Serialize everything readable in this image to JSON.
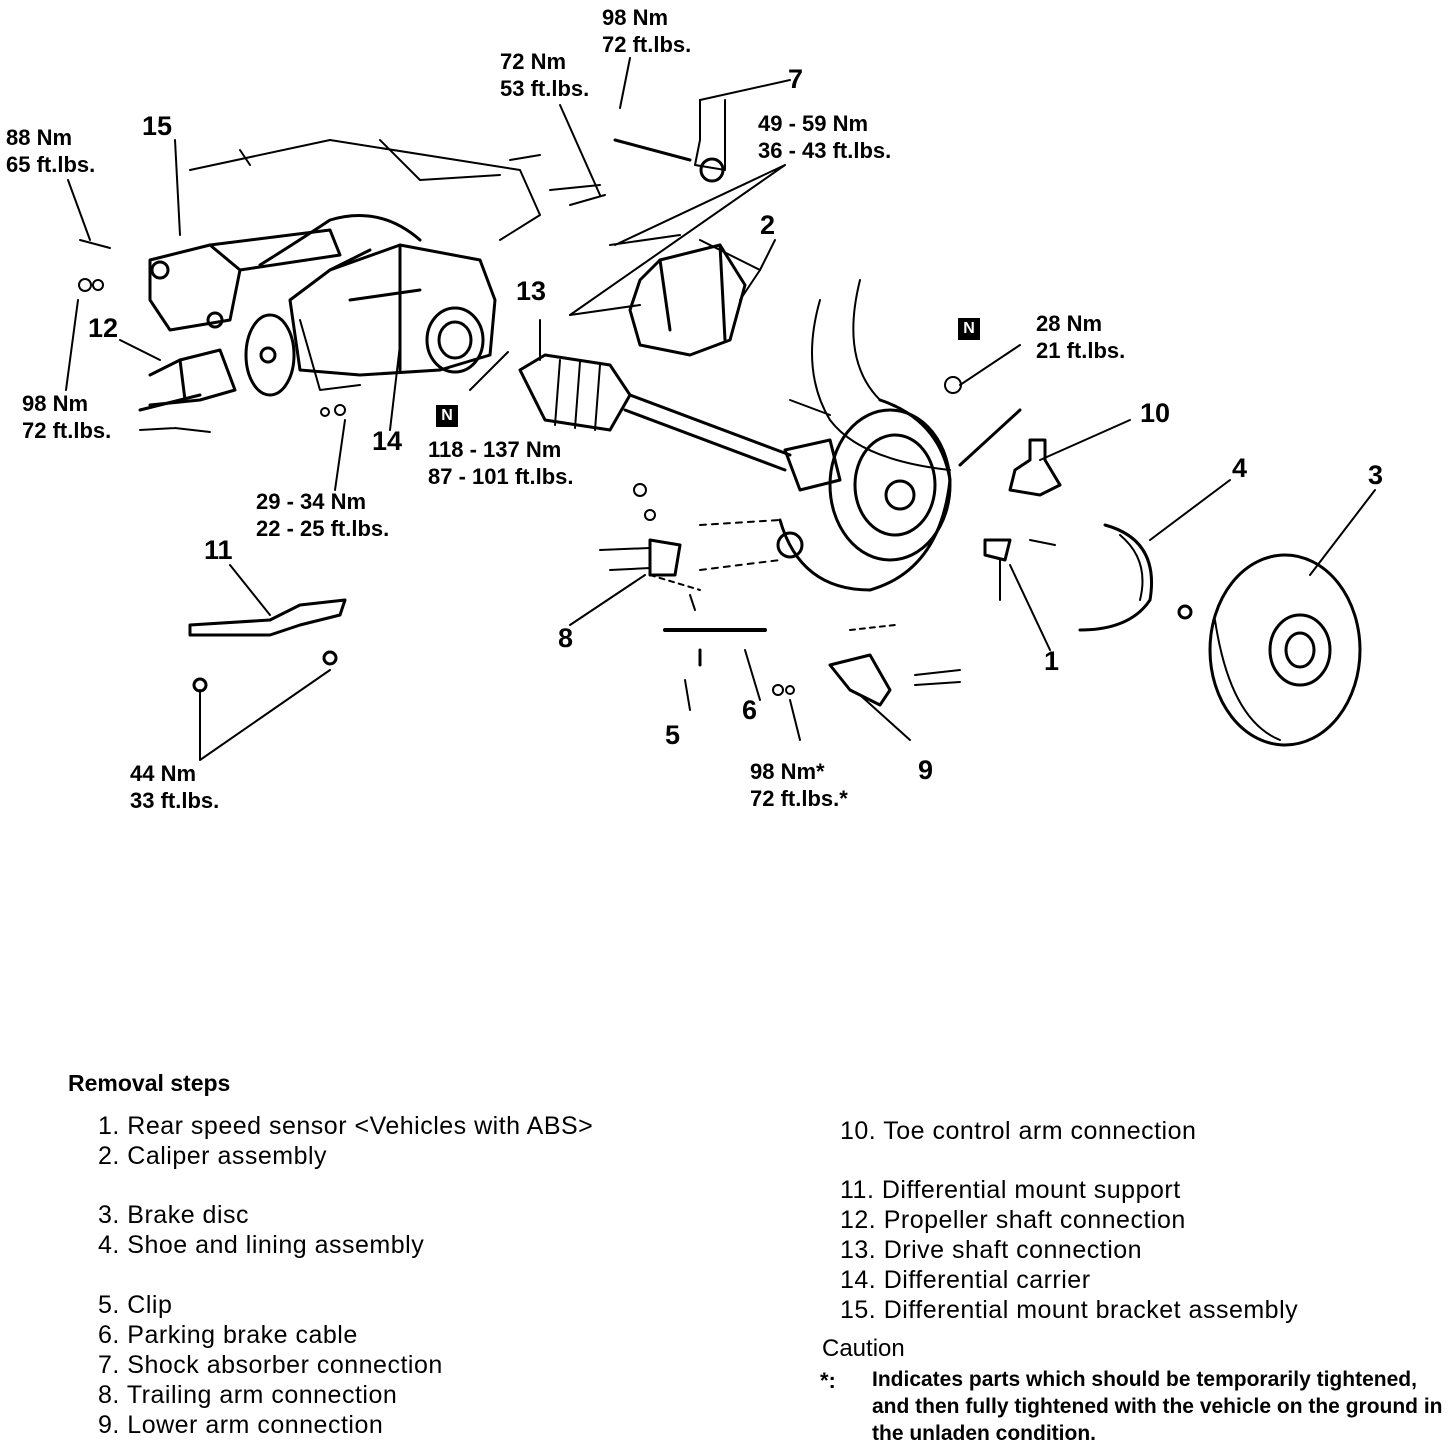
{
  "torque_labels": {
    "t98_top": [
      "98 Nm",
      "72 ft.lbs."
    ],
    "t72_top": [
      "72 Nm",
      "53 ft.lbs."
    ],
    "t88": [
      "88 Nm",
      "65 ft.lbs."
    ],
    "t49": [
      "49 - 59 Nm",
      "36 - 43 ft.lbs."
    ],
    "t28": [
      "28 Nm",
      "21 ft.lbs."
    ],
    "t98_left": [
      "98 Nm",
      "72 ft.lbs."
    ],
    "t118": [
      "118 - 137 Nm",
      "87 - 101 ft.lbs."
    ],
    "t29": [
      "29 - 34 Nm",
      "22 - 25 ft.lbs."
    ],
    "t44": [
      "44 Nm",
      "33 ft.lbs."
    ],
    "t98_star": [
      "98 Nm*",
      "72 ft.lbs.*"
    ]
  },
  "callouts": [
    "1",
    "2",
    "3",
    "4",
    "5",
    "6",
    "7",
    "8",
    "9",
    "10",
    "11",
    "12",
    "13",
    "14",
    "15"
  ],
  "badge_letter": "N",
  "removal": {
    "title": "Removal steps",
    "steps": [
      "1. Rear speed sensor <Vehicles with ABS>",
      "2. Caliper assembly",
      "3. Brake disc",
      "4. Shoe and lining assembly",
      "5. Clip",
      "6. Parking brake cable",
      "7. Shock absorber connection",
      "8. Trailing arm connection",
      "9. Lower arm connection",
      "10. Toe control arm connection",
      "11. Differential mount support",
      "12. Propeller shaft connection",
      "13. Drive shaft connection",
      "14. Differential carrier",
      "15. Differential mount bracket assembly"
    ]
  },
  "caution": {
    "title": "Caution",
    "mark": "*:",
    "text": "Indicates parts which should be temporarily tightened, and then fully tightened with the vehicle on the ground in the unladen condition."
  }
}
